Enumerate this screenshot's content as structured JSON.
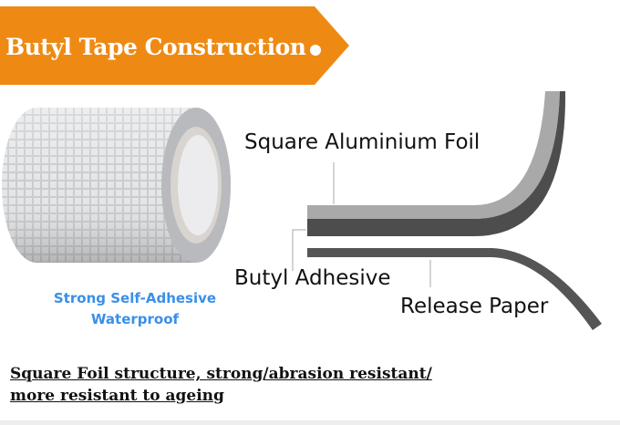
{
  "banner": {
    "title": "Butyl Tape Construction",
    "color": "#ee8a13"
  },
  "product": {
    "caption_line1": "Strong Self-Adhesive",
    "caption_line2": "Waterproof"
  },
  "layers": {
    "foil": "Square Aluminium Foil",
    "adhesive": "Butyl Adhesive",
    "release": "Release Paper"
  },
  "footer": {
    "line1": "Square Foil structure, strong/abrasion resistant/",
    "line2": "more resistant to ageing"
  }
}
